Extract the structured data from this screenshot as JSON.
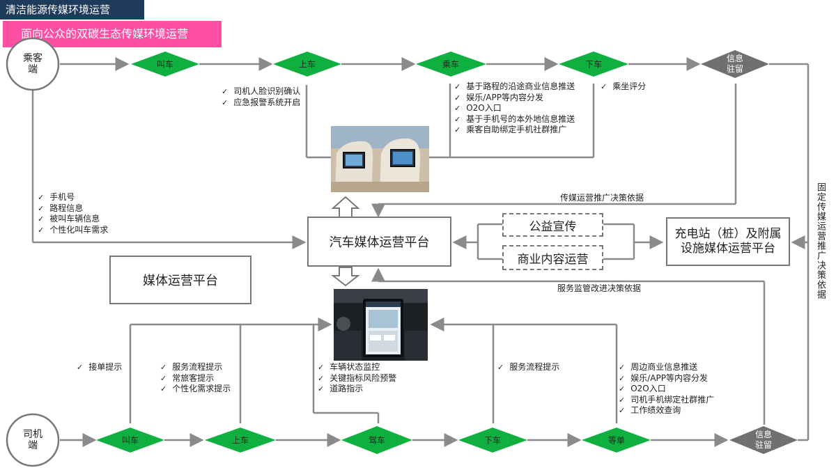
{
  "header": {
    "title": "清洁能源传媒环境运营",
    "subtitle": "面向公众的双碳生态传媒环境运营"
  },
  "passenger": {
    "endpoint": "乘客\n端",
    "steps": [
      "叫车",
      "上车",
      "乘车",
      "下车"
    ],
    "retention": "信息\n驻留",
    "boarding_items": [
      "司机人脸识别确认",
      "应急报警系统开启"
    ],
    "riding_items": [
      "基于路程的沿途商业信息推送",
      "娱乐/APP等内容分发",
      "O2O入口",
      "基于手机号的本外地信息推送",
      "乘客自助绑定手机社群推广"
    ],
    "dropoff_items": [
      "乘坐评分"
    ],
    "call_items": [
      "手机号",
      "路程信息",
      "被叫车辆信息",
      "个性化叫车需求"
    ]
  },
  "driver": {
    "endpoint": "司机\n端",
    "steps": [
      "叫车",
      "上车",
      "驾车",
      "下车",
      "等单"
    ],
    "retention": "信息\n驻留",
    "call_items": [
      "接单提示"
    ],
    "boarding_items": [
      "服务流程提示",
      "常旅客提示",
      "个性化需求提示"
    ],
    "driving_items": [
      "车辆状态监控",
      "关键指标风险预警",
      "道路指示"
    ],
    "dropoff_items": [
      "服务流程提示"
    ],
    "waiting_items": [
      "周边商业信息推送",
      "娱乐/APP等内容分发",
      "O2O入口",
      "司机手机绑定社群推广",
      "工作绩效查询"
    ]
  },
  "center": {
    "car_platform": "汽车媒体运营平台",
    "media_platform": "媒体运营平台",
    "public_ad": "公益宣传",
    "commercial": "商业内容运营",
    "charging_platform": "充电站（桩）及附属设施媒体运营平台",
    "basis_top": "传媒运营推广决策依据",
    "basis_bottom": "服务监管改进决策依据",
    "side_label": "固定传媒运营推广决策依据"
  },
  "colors": {
    "diamond_green": "#10b040",
    "diamond_gray": "#707070",
    "line": "#8a8a8a",
    "title_bg": "#1f3b5c",
    "subtitle_bg": "#ff4fa3"
  }
}
